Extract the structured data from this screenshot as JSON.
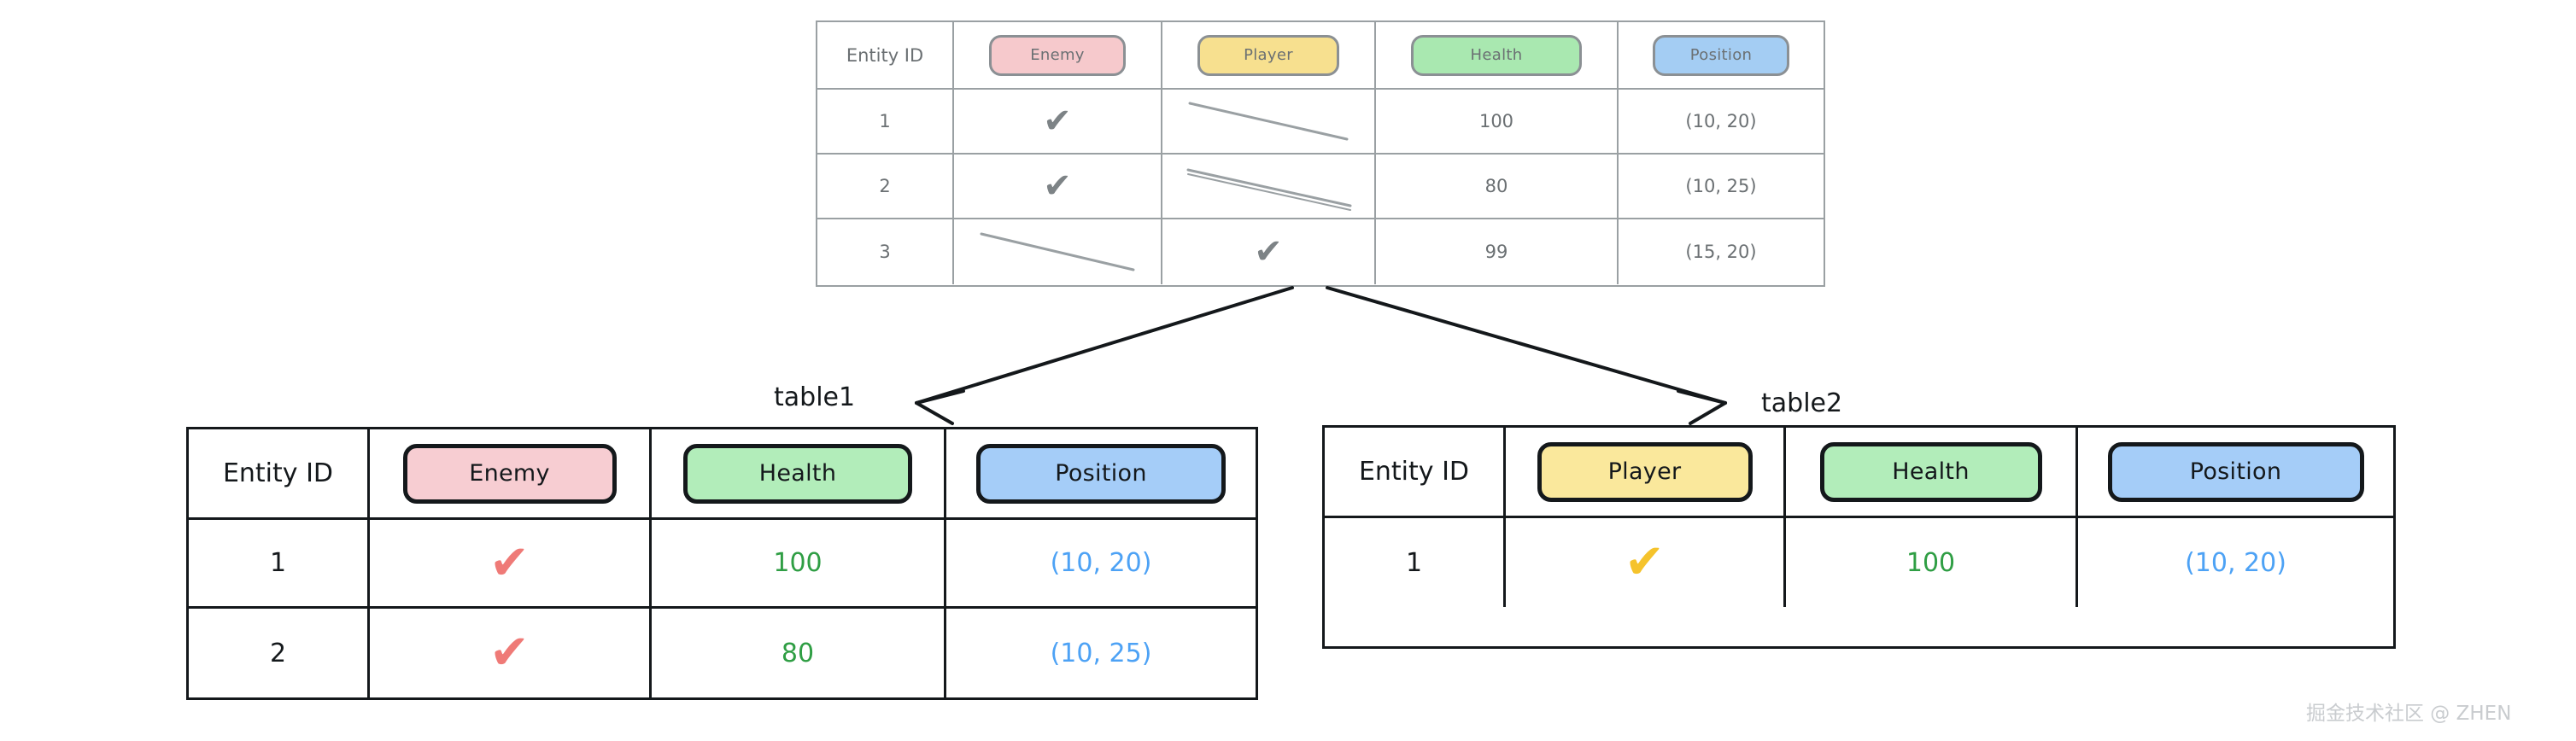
{
  "diagram": {
    "watermark": "掘金技术社区 @ ZHEN",
    "label_table1": "table1",
    "label_table2": "table2"
  },
  "source_table": {
    "name": "source-entity-table",
    "columns": [
      "Entity ID",
      "Enemy",
      "Player",
      "Health",
      "Position"
    ],
    "rows": [
      {
        "entity_id": "1",
        "enemy": "check",
        "player": "empty",
        "health": "100",
        "position": "(10, 20)"
      },
      {
        "entity_id": "2",
        "enemy": "check",
        "player": "empty",
        "health": "80",
        "position": "(10, 25)"
      },
      {
        "entity_id": "3",
        "enemy": "empty",
        "player": "check",
        "health": "99",
        "position": "(15, 20)"
      }
    ],
    "check_glyph": "✔",
    "colors": {
      "enemy": "#f6c9cc",
      "player": "#f7e08f",
      "health": "#a9e8b0",
      "position": "#a4cdf3",
      "stroke": "#9aa0a3",
      "text": "#6b7073"
    }
  },
  "table1": {
    "name": "table1",
    "columns": [
      "Entity ID",
      "Enemy",
      "Health",
      "Position"
    ],
    "rows": [
      {
        "entity_id": "1",
        "enemy": "check",
        "health": "100",
        "position": "(10, 20)"
      },
      {
        "entity_id": "2",
        "enemy": "check",
        "health": "80",
        "position": "(10, 25)"
      }
    ],
    "check_glyph": "✔",
    "colors": {
      "enemy": "#f7cdd2",
      "health": "#b2edba",
      "position": "#a5cdf8",
      "check": "#ef7a77",
      "health_text": "#2f9e44",
      "position_text": "#4da2f5",
      "stroke": "#14181b"
    }
  },
  "table2": {
    "name": "table2",
    "columns": [
      "Entity ID",
      "Player",
      "Health",
      "Position"
    ],
    "rows": [
      {
        "entity_id": "1",
        "player": "check",
        "health": "100",
        "position": "(10, 20)"
      }
    ],
    "check_glyph": "✔",
    "colors": {
      "player": "#fae89c",
      "health": "#b2edba",
      "position": "#a5cdf8",
      "check": "#f5c32c",
      "health_text": "#2f9e44",
      "position_text": "#4da2f5",
      "stroke": "#14181b"
    }
  }
}
